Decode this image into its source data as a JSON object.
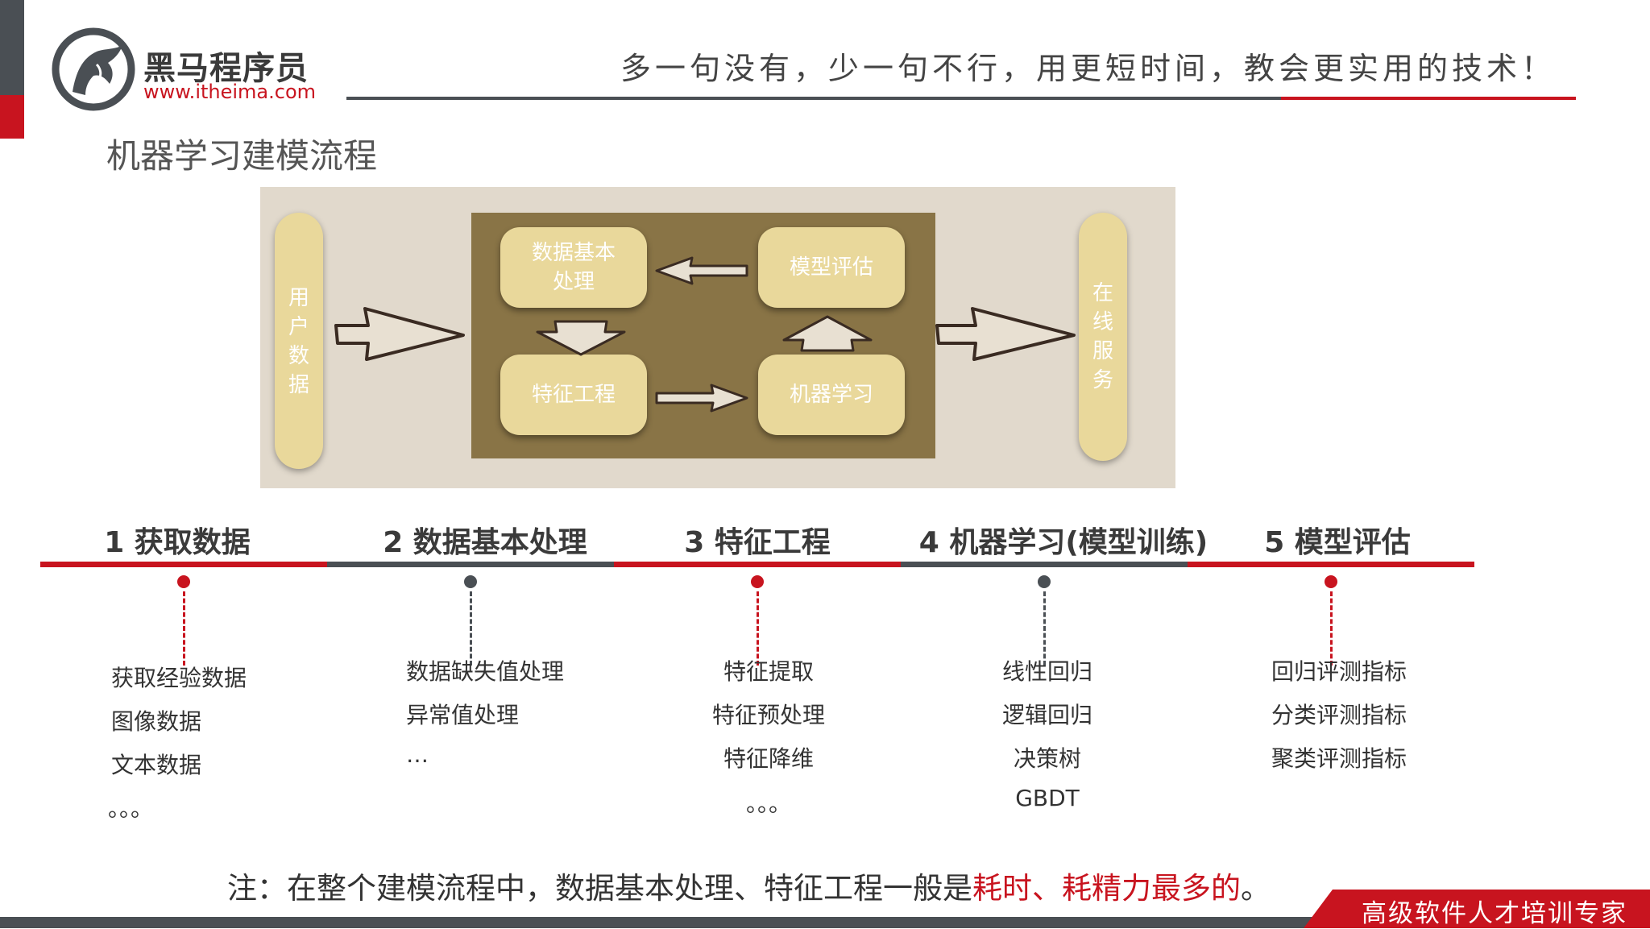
{
  "header": {
    "brand_name": "黑马程序员",
    "brand_url": "www.itheima.com",
    "slogan": "多一句没有，少一句不行，用更短时间，教会更实用的技术！"
  },
  "page_title": "机器学习建模流程",
  "diagram": {
    "left_pill": "用\n户\n数\n据",
    "right_pill": "在\n线\n服\n务",
    "box_top_left": "数据基本\n处理",
    "box_top_right": "模型评估",
    "box_bottom_left": "特征工程",
    "box_bottom_right": "机器学习"
  },
  "steps": [
    {
      "title": "1 获取数据",
      "items": [
        "获取经验数据",
        "图像数据",
        "文本数据",
        "。。。"
      ]
    },
    {
      "title": "2 数据基本处理",
      "items": [
        "数据缺失值处理",
        "异常值处理",
        "…"
      ]
    },
    {
      "title": "3 特征工程",
      "items": [
        "特征提取",
        "特征预处理",
        "特征降维",
        "。。。"
      ]
    },
    {
      "title": "4 机器学习(模型训练)",
      "items": [
        "线性回归",
        "逻辑回归",
        "决策树",
        "GBDT"
      ]
    },
    {
      "title": "5 模型评估",
      "items": [
        "回归评测指标",
        "分类评测指标",
        "聚类评测指标"
      ]
    }
  ],
  "note": {
    "prefix": "注：在整个建模流程中，数据基本处理、特征工程一般是",
    "highlight": "耗时、耗精力最多的",
    "suffix": "。"
  },
  "footer": {
    "tagline": "高级软件人才培训专家"
  },
  "colors": {
    "accent_red": "#c8141f",
    "accent_dark": "#4a4f54",
    "box_fill": "#e9d89b",
    "panel": "#897446"
  }
}
